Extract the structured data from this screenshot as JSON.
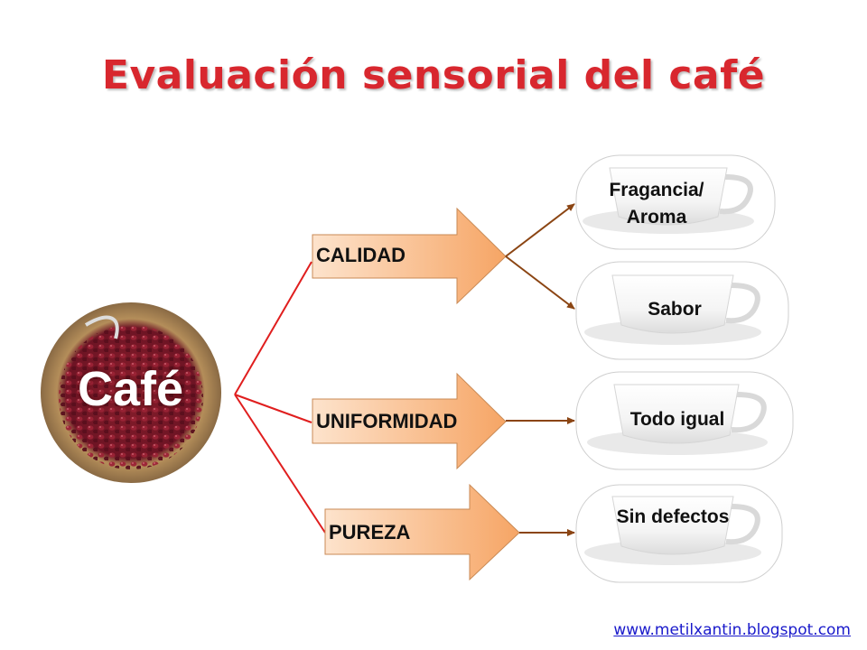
{
  "title": "Evaluación sensorial del café",
  "center": {
    "label": "Café"
  },
  "categories": [
    {
      "label": "CALIDAD"
    },
    {
      "label": "UNIFORMIDAD"
    },
    {
      "label": "PUREZA"
    }
  ],
  "attributes": [
    {
      "label": "Fragancia/ Aroma"
    },
    {
      "label": "Sabor"
    },
    {
      "label": "Todo igual"
    },
    {
      "label": "Sin defectos"
    }
  ],
  "footer": {
    "link": "www.metilxantin.blogspot.com"
  },
  "colors": {
    "title": "#d8272e",
    "connector_primary": "#e01e1e",
    "connector_secondary": "#8b4513",
    "arrow_fill_start": "#fde3cc",
    "arrow_fill_end": "#f6a565"
  }
}
